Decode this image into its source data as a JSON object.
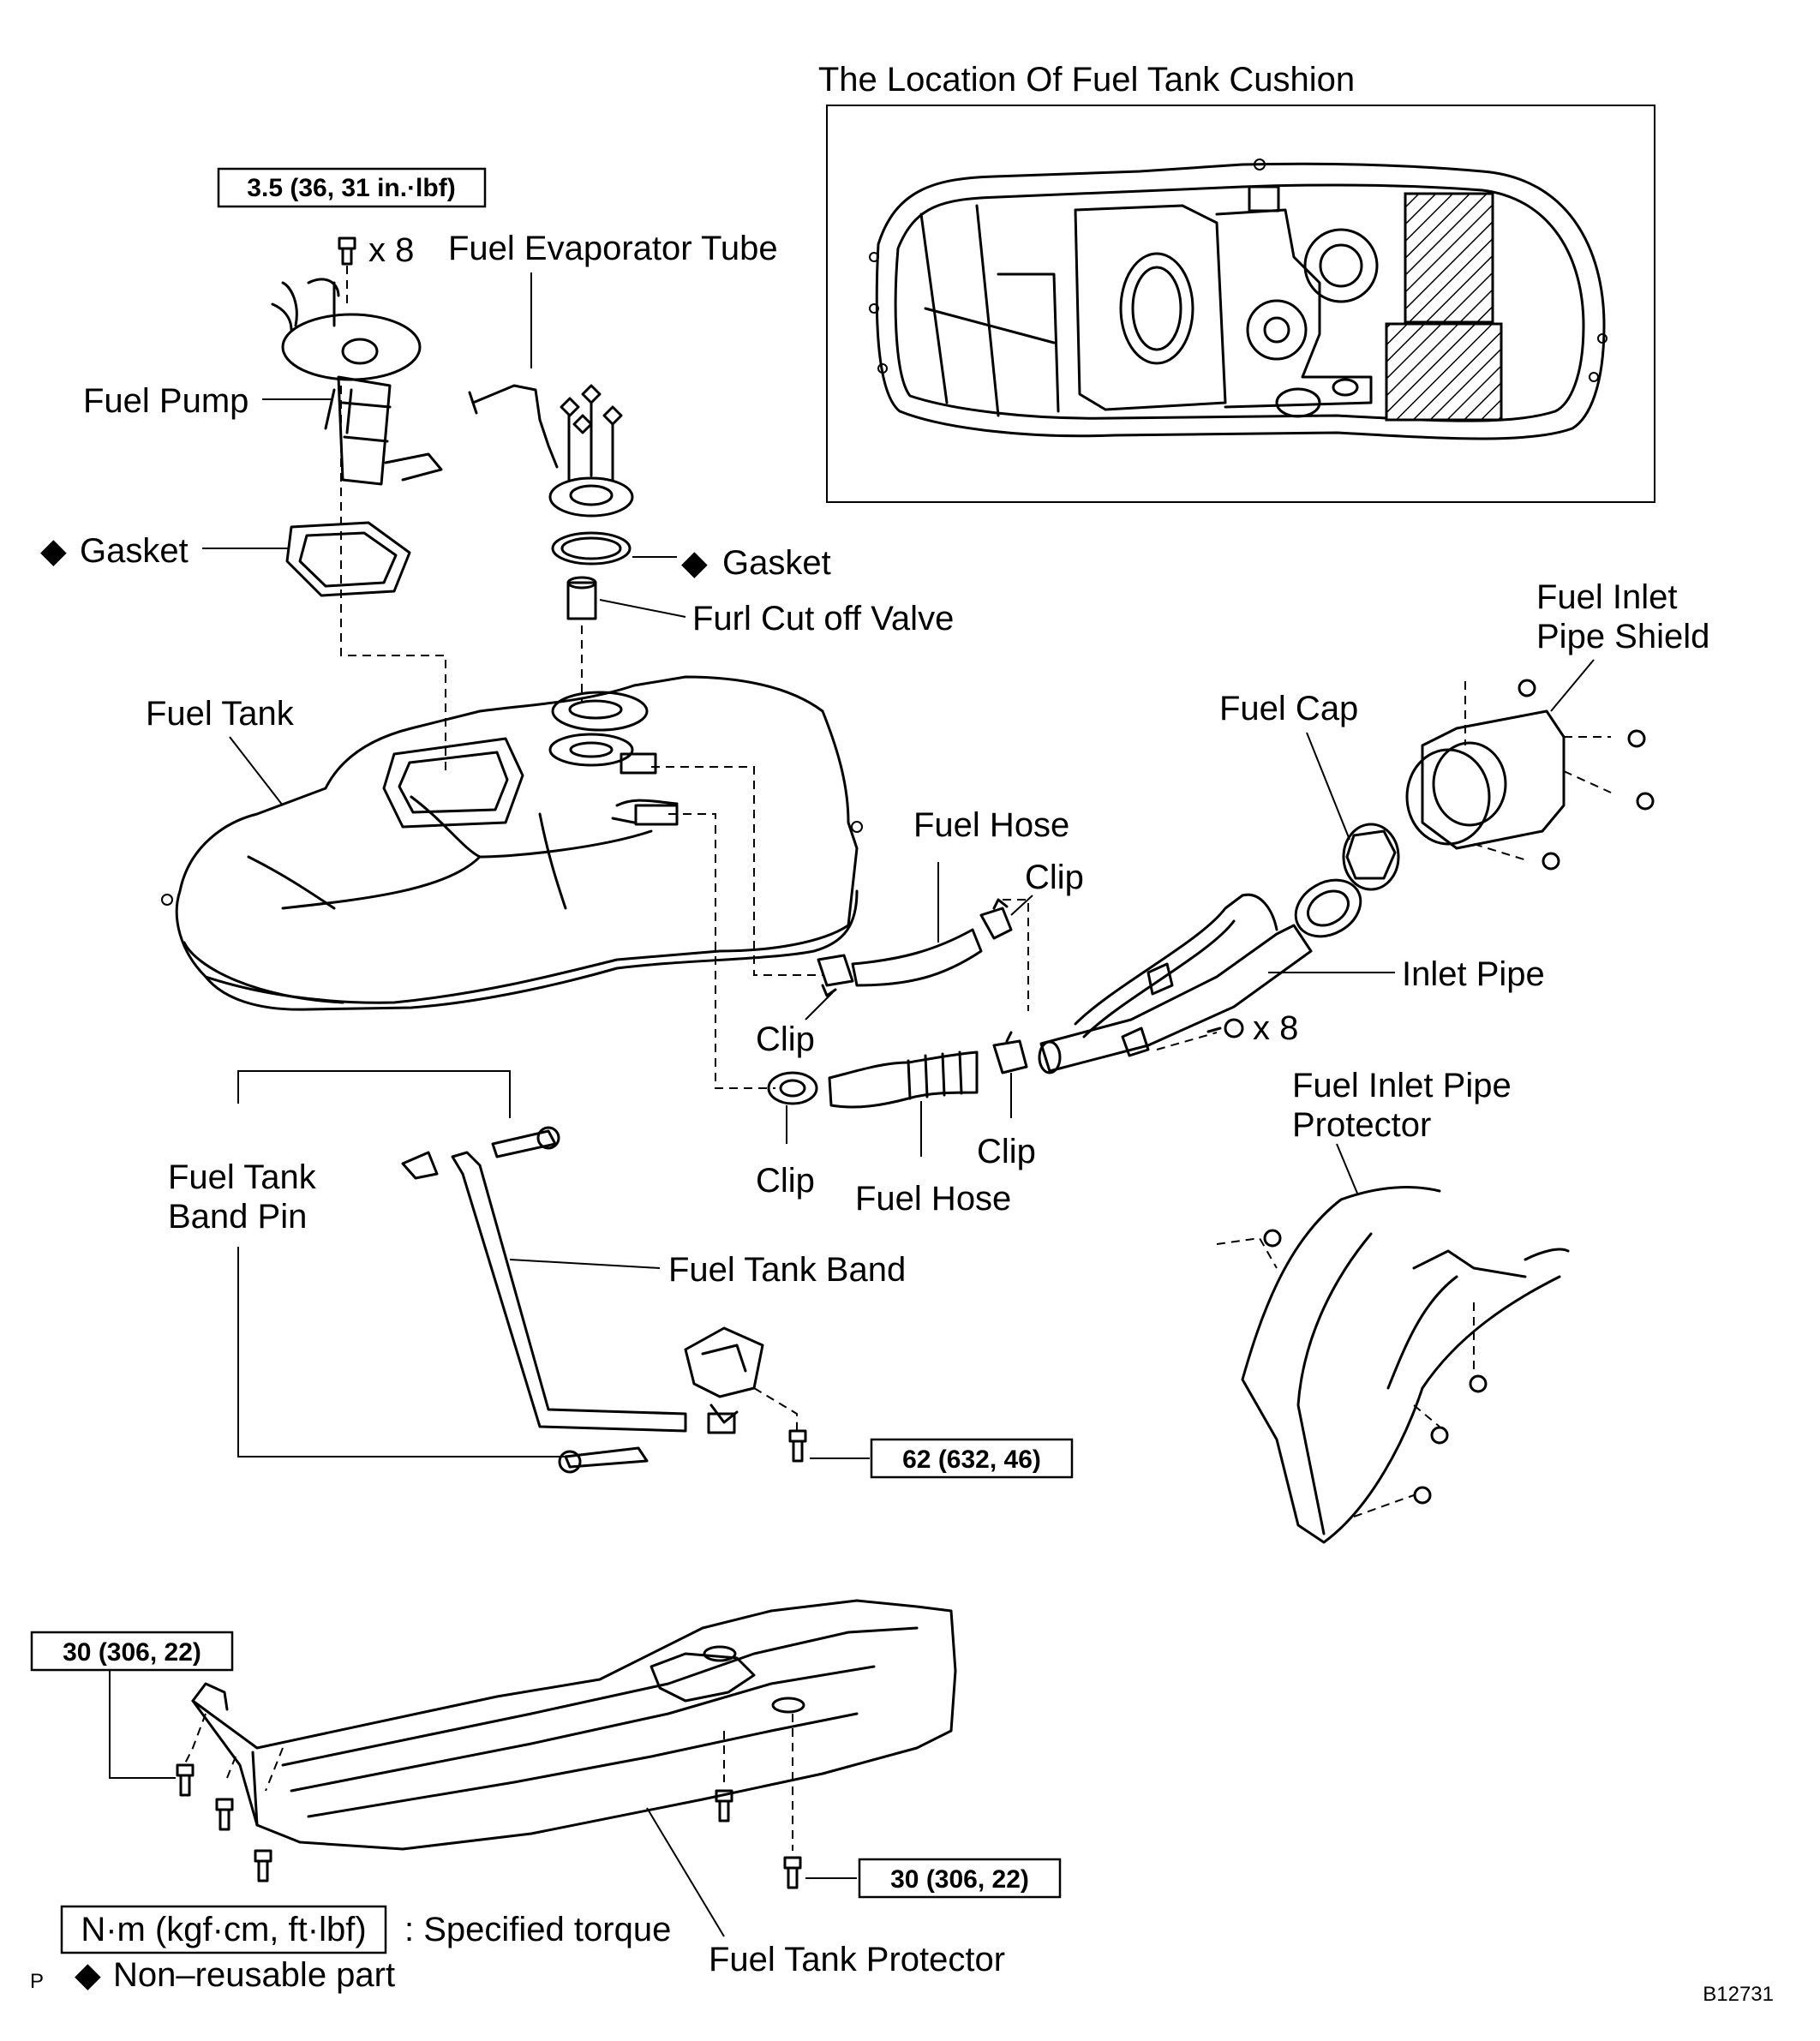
{
  "inset": {
    "title": "The Location Of Fuel Tank Cushion"
  },
  "labels": {
    "fuel_evaporator_tube": "Fuel Evaporator Tube",
    "fuel_pump": "Fuel Pump",
    "gasket_left": "Gasket",
    "gasket_right": "Gasket",
    "furl_cut_off_valve": "Furl Cut off Valve",
    "fuel_tank": "Fuel Tank",
    "fuel_cap": "Fuel Cap",
    "fuel_inlet_pipe_shield_line1": "Fuel Inlet",
    "fuel_inlet_pipe_shield_line2": "Pipe Shield",
    "fuel_hose_upper": "Fuel Hose",
    "clip_upper_right": "Clip",
    "clip_upper_left": "Clip",
    "inlet_pipe": "Inlet Pipe",
    "fuel_inlet_pipe_protector_line1": "Fuel Inlet Pipe",
    "fuel_inlet_pipe_protector_line2": "Protector",
    "clip_lower_right": "Clip",
    "clip_lower_left": "Clip",
    "fuel_hose_lower": "Fuel Hose",
    "fuel_tank_band_pin_line1": "Fuel Tank",
    "fuel_tank_band_pin_line2": "Band Pin",
    "fuel_tank_band": "Fuel Tank Band",
    "fuel_tank_protector": "Fuel Tank Protector"
  },
  "quantities": {
    "pump_bolts": "x 8",
    "inlet_bolts": "x 8"
  },
  "torques": {
    "pump": "3.5 (36, 31 in.·lbf)",
    "band": "62 (632, 46)",
    "protector_left": "30 (306, 22)",
    "protector_right": "30 (306, 22)"
  },
  "legend": {
    "torque_units": "N·m (kgf·cm, ft·lbf)",
    "torque_desc": ": Specified torque",
    "nonreusable_marker": "◆",
    "nonreusable_desc": "Non–reusable part",
    "page_marker": "P"
  },
  "figure_code": "B12731"
}
